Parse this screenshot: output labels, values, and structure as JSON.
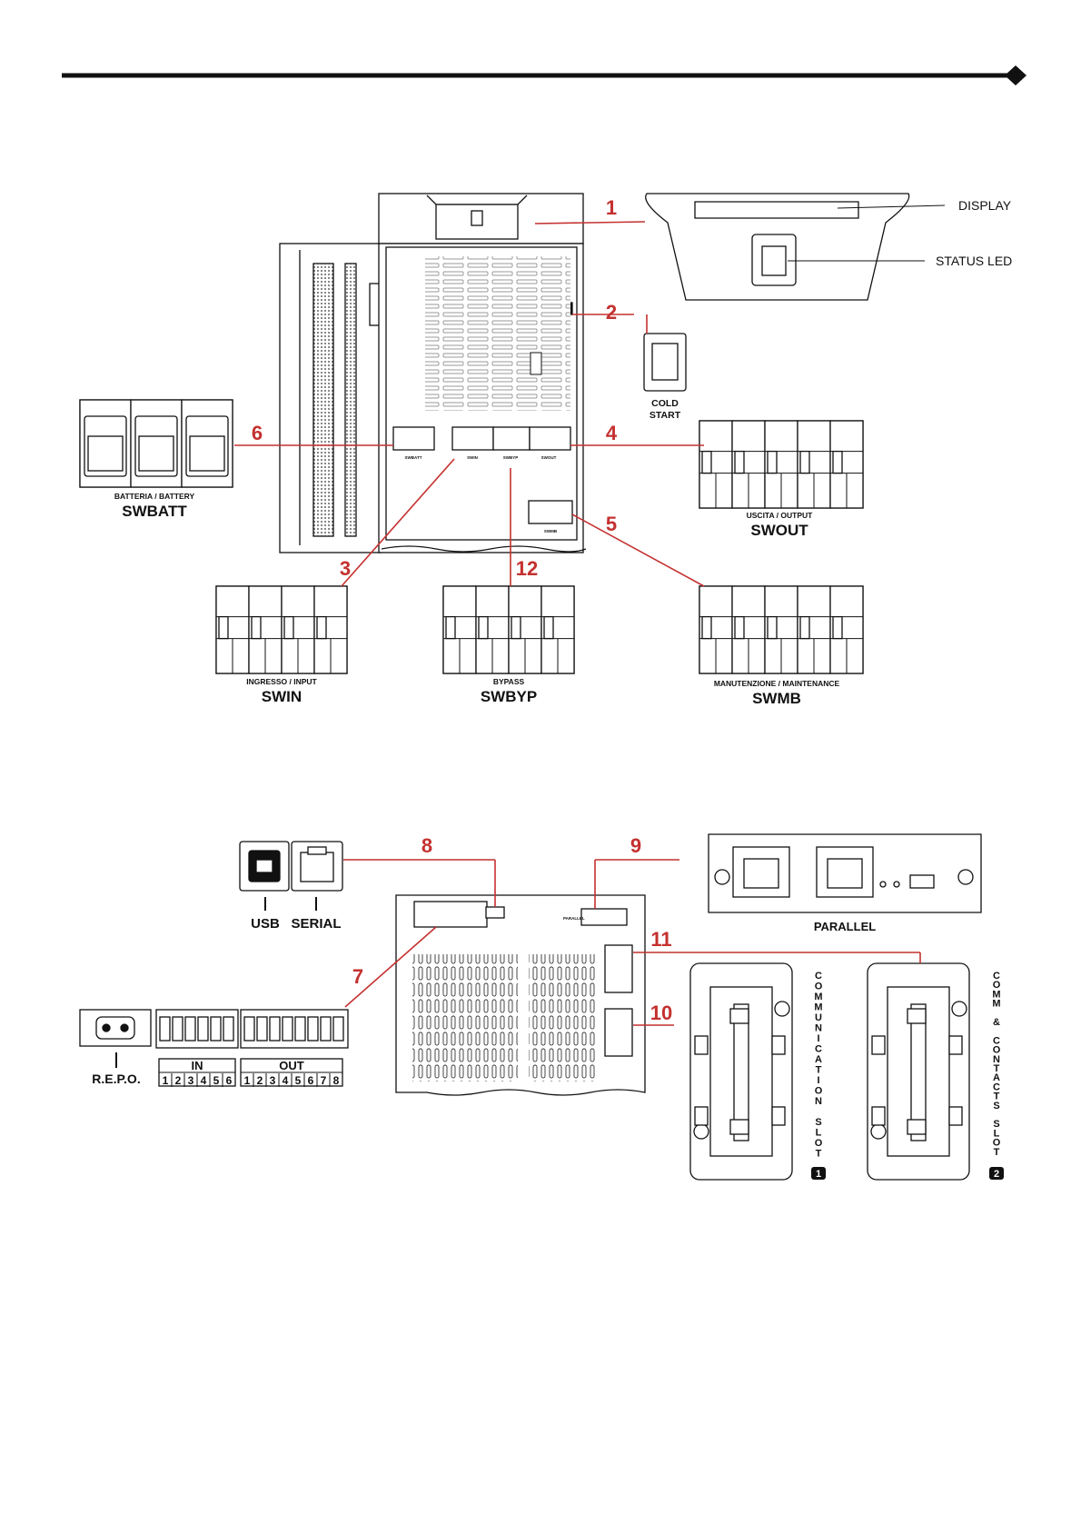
{
  "diagram_top": {
    "callouts": [
      "1",
      "2",
      "3",
      "4",
      "5",
      "6",
      "12"
    ],
    "labels": {
      "display": "DISPLAY",
      "status_led": "STATUS LED",
      "cold_start_1": "COLD",
      "cold_start_2": "START"
    },
    "switches": {
      "swbatt": {
        "sub": "BATTERIA / BATTERY",
        "main": "SWBATT"
      },
      "swout": {
        "sub": "USCITA / OUTPUT",
        "main": "SWOUT"
      },
      "swin": {
        "sub": "INGRESSO / INPUT",
        "main": "SWIN"
      },
      "swbyp": {
        "sub": "BYPASS",
        "main": "SWBYP"
      },
      "swmb": {
        "sub": "MANUTENZIONE / MAINTENANCE",
        "main": "SWMB"
      }
    },
    "panel_tags": {
      "swbatt": "SWBATT",
      "swin": "SWIN",
      "swbyp": "SWBYP",
      "swout": "SWOUT",
      "swmb": "SWMB"
    }
  },
  "diagram_bottom": {
    "callouts": [
      "7",
      "8",
      "9",
      "10",
      "11"
    ],
    "labels": {
      "usb": "USB",
      "serial": "SERIAL",
      "parallel": "PARALLEL",
      "repo": "R.E.P.O.",
      "in": "IN",
      "out": "OUT",
      "parallel_tag": "PARALLEL"
    },
    "in_pins": [
      "1",
      "2",
      "3",
      "4",
      "5",
      "6"
    ],
    "out_pins": [
      "1",
      "2",
      "3",
      "4",
      "5",
      "6",
      "7",
      "8"
    ],
    "slot1_text": [
      "C",
      "O",
      "M",
      "M",
      "U",
      "N",
      "I",
      "C",
      "A",
      "T",
      "I",
      "O",
      "N",
      "",
      "S",
      "L",
      "O",
      "T"
    ],
    "slot1_num": "1",
    "slot2_text": [
      "C",
      "O",
      "M",
      "M",
      "",
      "&",
      "",
      "C",
      "O",
      "N",
      "T",
      "A",
      "C",
      "T",
      "S",
      "",
      "S",
      "L",
      "O",
      "T"
    ],
    "slot2_num": "2"
  },
  "colors": {
    "accent_red": "#c4312f",
    "ink": "#111111"
  }
}
